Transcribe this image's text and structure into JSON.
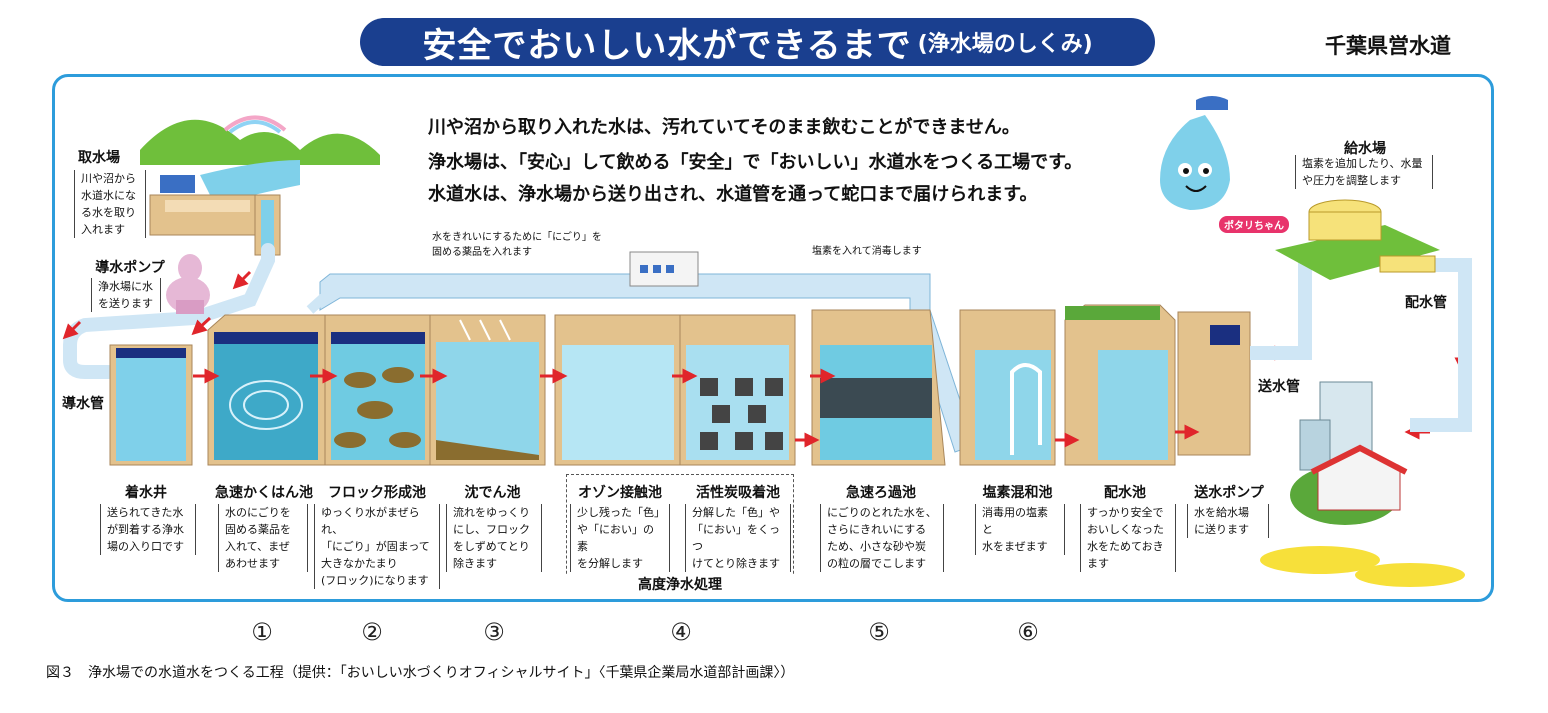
{
  "title": {
    "main": "安全でおいしい水ができるまで",
    "sub": "(浄水場のしくみ)"
  },
  "org": "千葉県営水道",
  "intro": [
    "川や沼から取り入れた水は、汚れていてそのまま飲むことができません。",
    "浄水場は、「安心」して飲める「安全」で「おいしい」水道水をつくる工場です。",
    "水道水は、浄水場から送り出され、水道管を通って蛇口まで届けられます。"
  ],
  "intake": {
    "title": "取水場",
    "desc": [
      "川や沼から",
      "水道水にな",
      "る水を取り",
      "入れます"
    ]
  },
  "pump": {
    "title": "導水ポンプ",
    "desc": [
      "浄水場に水",
      "を送ります"
    ]
  },
  "conduit": "導水管",
  "chemical_note": [
    "水をきれいにするために「にごり」を",
    "固める薬品を入れます"
  ],
  "chlorine_note": "塩素を入れて消毒します",
  "mascot": "ポタリちゃん",
  "supply_station": {
    "title": "給水場",
    "desc": [
      "塩素を追加したり、水量",
      "や圧力を調整します"
    ]
  },
  "distribution_pipe": "配水管",
  "transmission_pipe": "送水管",
  "stages": [
    {
      "title": "着水井",
      "desc": [
        "送られてきた水",
        "が到着する浄水",
        "場の入り口です"
      ]
    },
    {
      "title": "急速かくはん池",
      "desc": [
        "水のにごりを",
        "固める薬品を",
        "入れて、まぜ",
        "あわせます"
      ]
    },
    {
      "title": "フロック形成池",
      "desc": [
        "ゆっくり水がまぜられ、",
        "「にごり」が固まって",
        "大きなかたまり",
        "(フロック)になります"
      ]
    },
    {
      "title": "沈でん池",
      "desc": [
        "流れをゆっくり",
        "にし、フロック",
        "をしずめてとり",
        "除きます"
      ]
    },
    {
      "title": "オゾン接触池",
      "desc": [
        "少し残った「色」",
        "や「におい」の素",
        "を分解します"
      ]
    },
    {
      "title": "活性炭吸着池",
      "desc": [
        "分解した「色」や",
        "「におい」をくっつ",
        "けてとり除きます"
      ]
    },
    {
      "title": "急速ろ過池",
      "desc": [
        "にごりのとれた水を、",
        "さらにきれいにする",
        "ため、小さな砂や炭",
        "の粒の層でこします"
      ]
    },
    {
      "title": "塩素混和池",
      "desc": [
        "消毒用の塩素と",
        "水をまぜます"
      ]
    },
    {
      "title": "配水池",
      "desc": [
        "すっかり安全で",
        "おいしくなった",
        "水をためておき",
        "ます"
      ]
    },
    {
      "title": "送水ポンプ",
      "desc": [
        "水を給水場",
        "に送ります"
      ]
    }
  ],
  "advanced_label": "高度浄水処理",
  "step_numbers": [
    "①",
    "②",
    "③",
    "④",
    "⑤",
    "⑥"
  ],
  "caption": "図３　浄水場での水道水をつくる工程（提供：「おいしい水づくりオフィシャルサイト」〈千葉県企業局水道部計画課〉）",
  "colors": {
    "title_bg": "#1a3f8f",
    "frame": "#2d9cdb",
    "tank_wall": "#e3c28d",
    "water": "#7fd0ea",
    "arrow": "#e0252b",
    "pipe": "#cfe6f5"
  }
}
